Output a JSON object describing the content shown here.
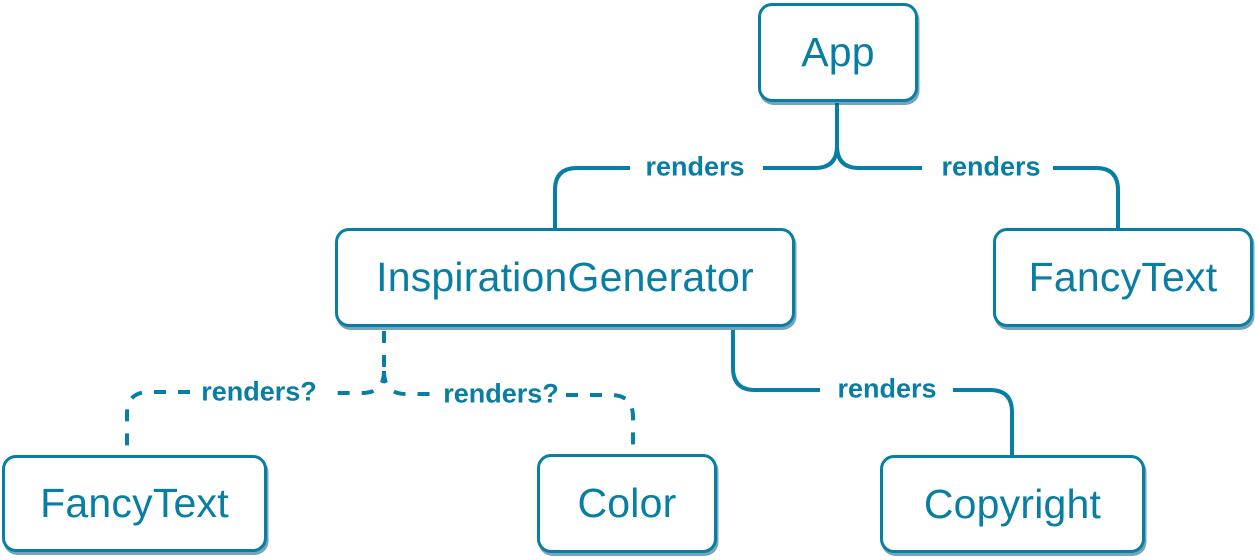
{
  "colors": {
    "accent": "#087ea4",
    "node_bg": "#ffffff"
  },
  "nodes": {
    "app": {
      "label": "App"
    },
    "inspiration_generator": {
      "label": "InspirationGenerator"
    },
    "fancy_text_top": {
      "label": "FancyText"
    },
    "fancy_text_bottom": {
      "label": "FancyText"
    },
    "color": {
      "label": "Color"
    },
    "copyright": {
      "label": "Copyright"
    }
  },
  "edges": {
    "app_inspiration": {
      "label": "renders",
      "style": "solid"
    },
    "app_fancytext": {
      "label": "renders",
      "style": "solid"
    },
    "inspiration_fancytext": {
      "label": "renders?",
      "style": "dashed"
    },
    "inspiration_color": {
      "label": "renders?",
      "style": "dashed"
    },
    "inspiration_copyright": {
      "label": "renders",
      "style": "solid"
    }
  }
}
